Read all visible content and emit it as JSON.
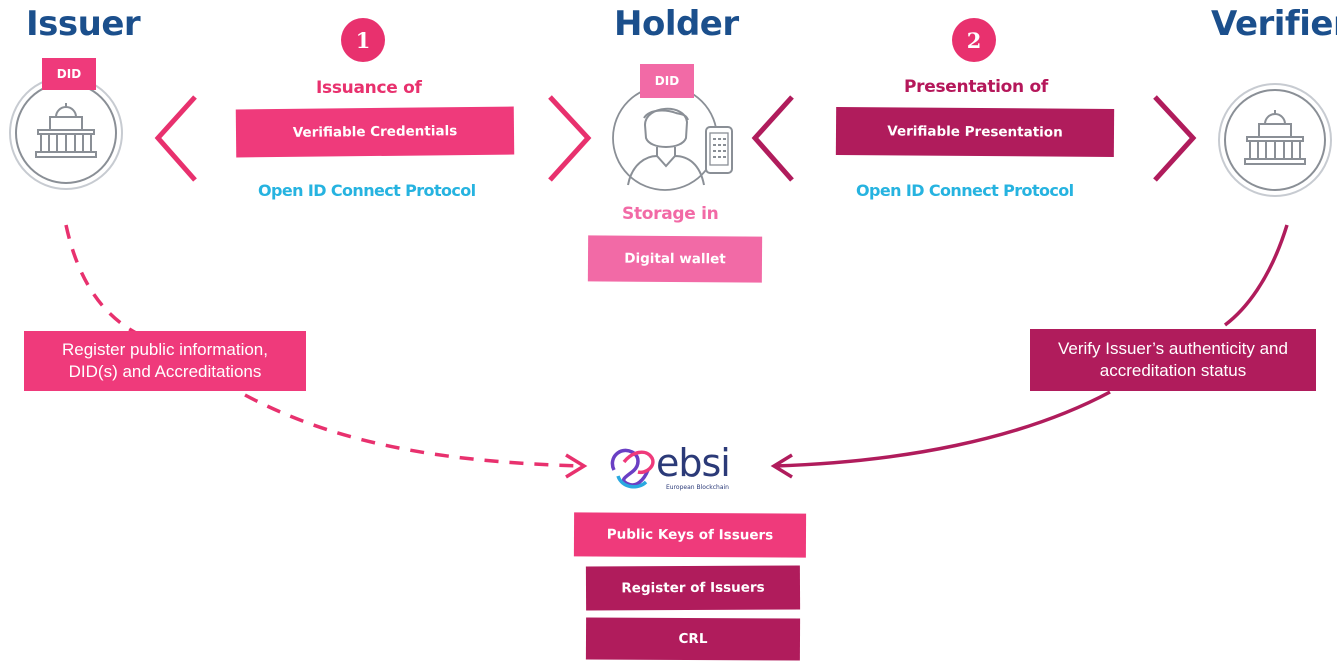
{
  "roles": {
    "issuer": "Issuer",
    "holder": "Holder",
    "verifier": "Verifier"
  },
  "did_label": "DID",
  "steps": [
    {
      "number": "1",
      "title": "Issuance of",
      "ribbon": "Verifiable Credentials",
      "protocol": "Open ID Connect Protocol"
    },
    {
      "number": "2",
      "title": "Presentation of",
      "ribbon": "Verifiable Presentation",
      "protocol": "Open ID Connect Protocol"
    }
  ],
  "storage": {
    "title": "Storage in",
    "ribbon": "Digital wallet"
  },
  "issuer_note": {
    "line1": "Register public information,",
    "line2": "DID(s) and Accreditations"
  },
  "verifier_note": {
    "line1": "Verify Issuer’s authenticity and",
    "line2": "accreditation status"
  },
  "ebsi": {
    "name": "ebsi",
    "subtitle": "European Blockchain"
  },
  "registries": [
    "Public Keys of Issuers",
    "Register of Issuers",
    "CRL"
  ],
  "colors": {
    "pink": "#e8316e",
    "maroon": "#b01c5c",
    "light_pink": "#f26aa6",
    "blue_title": "#1b4f8c",
    "protocol_blue": "#26b3e0",
    "icon_grey": "#8a8f96"
  }
}
